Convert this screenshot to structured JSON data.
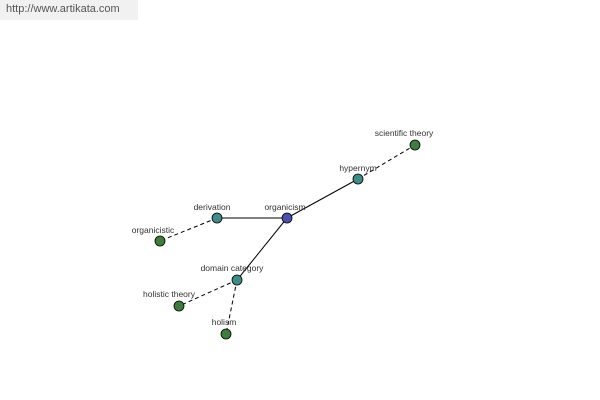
{
  "site": {
    "url": "http://www.artikata.com"
  },
  "graph": {
    "colors": {
      "center": "#4b4fa8",
      "relation": "#3f8b88",
      "leaf": "#3f7d3f"
    },
    "nodes": [
      {
        "id": "organicism",
        "label": "organicism",
        "kind": "center"
      },
      {
        "id": "hypernym",
        "label": "hypernym",
        "kind": "relation"
      },
      {
        "id": "scientific-theory",
        "label": "scientific theory",
        "kind": "leaf"
      },
      {
        "id": "derivation",
        "label": "derivation",
        "kind": "relation"
      },
      {
        "id": "organicistic",
        "label": "organicistic",
        "kind": "leaf"
      },
      {
        "id": "domain-category",
        "label": "domain category",
        "kind": "relation"
      },
      {
        "id": "holistic-theory",
        "label": "holistic theory",
        "kind": "leaf"
      },
      {
        "id": "holism",
        "label": "holism",
        "kind": "leaf"
      }
    ],
    "edges": [
      {
        "from": "organicism",
        "to": "hypernym",
        "style": "solid"
      },
      {
        "from": "organicism",
        "to": "derivation",
        "style": "solid"
      },
      {
        "from": "organicism",
        "to": "domain-category",
        "style": "solid"
      },
      {
        "from": "hypernym",
        "to": "scientific-theory",
        "style": "dashed"
      },
      {
        "from": "derivation",
        "to": "organicistic",
        "style": "dashed"
      },
      {
        "from": "domain-category",
        "to": "holistic-theory",
        "style": "dashed"
      },
      {
        "from": "domain-category",
        "to": "holism",
        "style": "dashed"
      }
    ]
  }
}
